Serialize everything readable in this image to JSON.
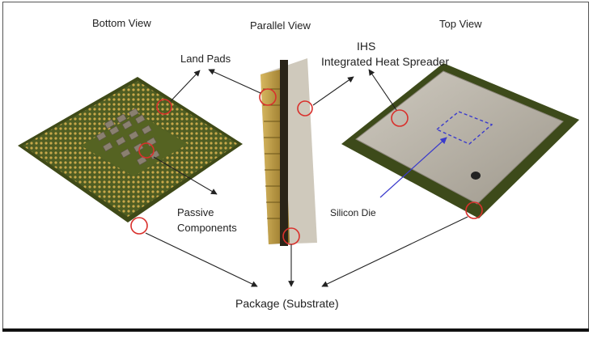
{
  "views": {
    "bottom": "Bottom View",
    "parallel": "Parallel View",
    "top": "Top View"
  },
  "labels": {
    "land_pads": "Land Pads",
    "ihs_short": "IHS",
    "ihs_long": "Integrated Heat Spreader",
    "passive_line1": "Passive",
    "passive_line2": "Components",
    "silicon_die": "Silicon Die",
    "package": "Package (Substrate)"
  },
  "colors": {
    "substrate_green": "#5a6a2a",
    "pin_gold": "#c8a84a",
    "ihs_silver": "#b8b2a6",
    "marker_red": "#d9302c",
    "die_outline": "#3a3acc"
  }
}
